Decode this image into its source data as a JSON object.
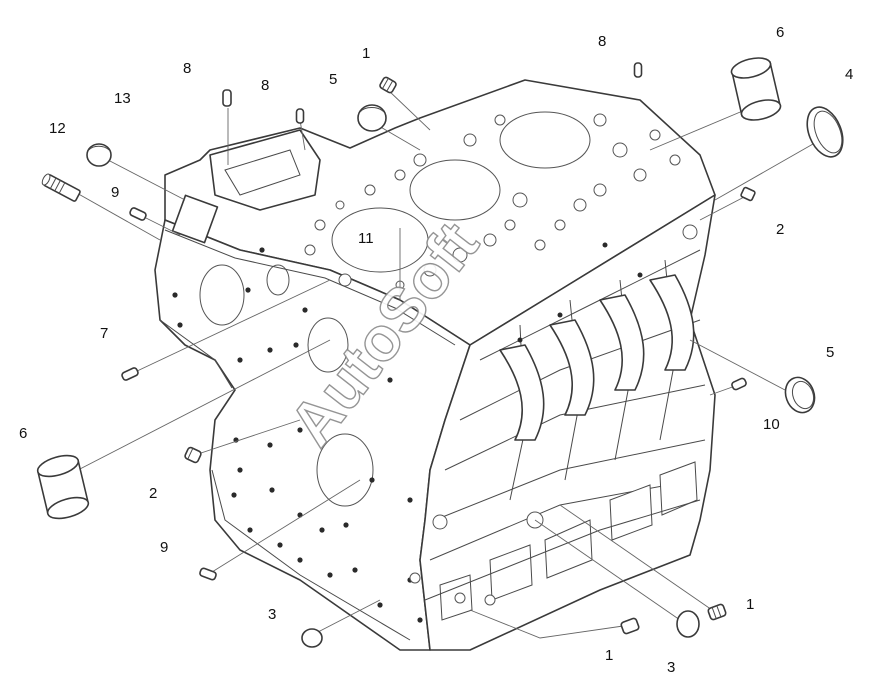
{
  "watermark": "AutoSoft",
  "callouts": [
    {
      "id": "c1a",
      "label": "1"
    },
    {
      "id": "c5a",
      "label": "5"
    },
    {
      "id": "c8a",
      "label": "8"
    },
    {
      "id": "c8b",
      "label": "8"
    },
    {
      "id": "c13",
      "label": "13"
    },
    {
      "id": "c12",
      "label": "12"
    },
    {
      "id": "c9a",
      "label": "9"
    },
    {
      "id": "c8c",
      "label": "8"
    },
    {
      "id": "c6a",
      "label": "6"
    },
    {
      "id": "c4",
      "label": "4"
    },
    {
      "id": "c2a",
      "label": "2"
    },
    {
      "id": "c11",
      "label": "11"
    },
    {
      "id": "c7",
      "label": "7"
    },
    {
      "id": "c5b",
      "label": "5"
    },
    {
      "id": "c10",
      "label": "10"
    },
    {
      "id": "c6b",
      "label": "6"
    },
    {
      "id": "c2b",
      "label": "2"
    },
    {
      "id": "c9b",
      "label": "9"
    },
    {
      "id": "c3a",
      "label": "3"
    },
    {
      "id": "c1b",
      "label": "1"
    },
    {
      "id": "c1c",
      "label": "1"
    },
    {
      "id": "c3b",
      "label": "3"
    }
  ]
}
